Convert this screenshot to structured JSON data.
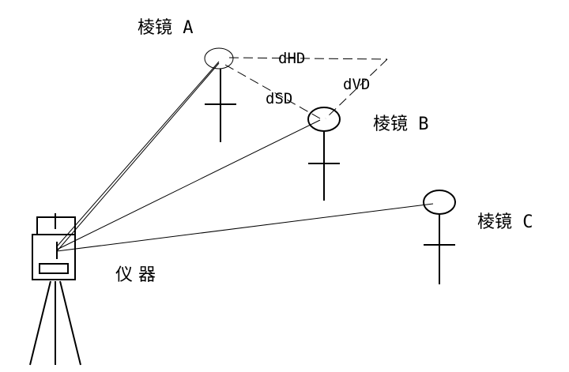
{
  "labels": {
    "prism_a": "棱镜 A",
    "prism_b": "棱镜 B",
    "prism_c": "棱镜 C",
    "instrument": "仪 器",
    "dhd": "dHD",
    "dsd": "dSD",
    "dvd": "dVD"
  }
}
